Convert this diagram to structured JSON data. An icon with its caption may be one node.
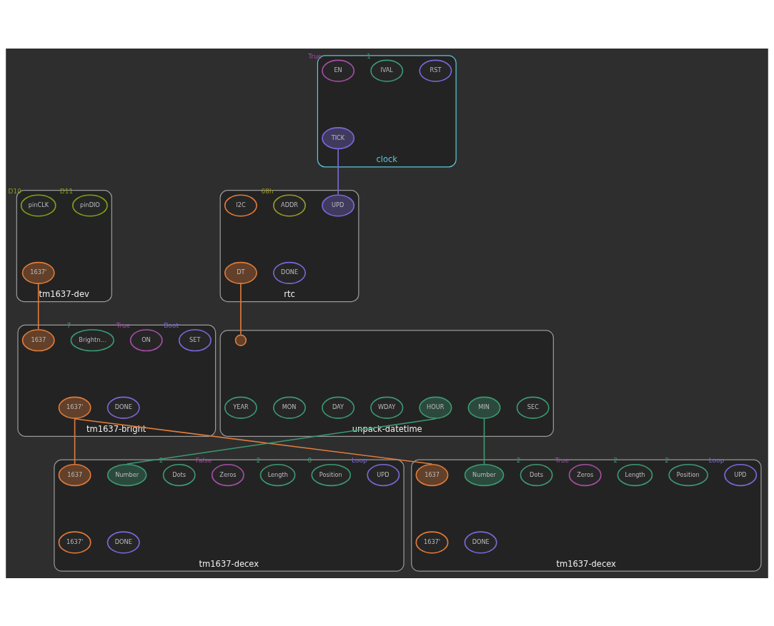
{
  "diagram": {
    "nodes": [
      {
        "text": [
          "clock"
        ]
      },
      {
        "text": [
          "EN"
        ],
        "beside": [
          "True"
        ],
        "in": 0
      },
      {
        "text": [
          "IVAL"
        ],
        "beside": [
          "1"
        ],
        "in": 0
      },
      {
        "text": [
          "RST"
        ],
        "in": 0
      },
      {
        "text": [
          "TICK"
        ],
        "in": 0
      },
      {
        "text": [
          "tm1637-dev"
        ]
      },
      {
        "text": [
          "pinCLK"
        ],
        "beside": [
          "D10"
        ],
        "in": 5
      },
      {
        "text": [
          "pinDIO"
        ],
        "beside": [
          "D11"
        ],
        "in": 5
      },
      {
        "text": [
          "1637'"
        ],
        "in": 5
      },
      {
        "text": [
          "rtc"
        ]
      },
      {
        "text": [
          "I2C"
        ],
        "in": 9
      },
      {
        "text": [
          "ADDR"
        ],
        "beside": [
          "68h"
        ],
        "in": 9
      },
      {
        "text": [
          "UPD"
        ],
        "in": 9
      },
      {
        "text": [
          "DT"
        ],
        "in": 9
      },
      {
        "text": [
          "DONE"
        ],
        "in": 9
      },
      {
        "text": [
          "tm1637-bright"
        ]
      },
      {
        "text": [
          "1637"
        ],
        "in": 15
      },
      {
        "text": [
          "Brightn…"
        ],
        "beside": [
          "7"
        ],
        "in": 15
      },
      {
        "text": [
          "ON"
        ],
        "beside": [
          "True"
        ],
        "in": 15
      },
      {
        "text": [
          "SET"
        ],
        "beside": [
          "Boot"
        ],
        "in": 15
      },
      {
        "text": [
          "1637'"
        ],
        "in": 15
      },
      {
        "text": [
          "DONE"
        ],
        "in": 15
      },
      {
        "text": [
          "unpack-datetime"
        ]
      },
      {
        "text": [],
        "shape": "circle",
        "in": 22
      },
      {
        "text": [
          "YEAR"
        ],
        "in": 22
      },
      {
        "text": [
          "MON"
        ],
        "in": 22
      },
      {
        "text": [
          "DAY"
        ],
        "in": 22
      },
      {
        "text": [
          "WDAY"
        ],
        "in": 22
      },
      {
        "text": [
          "HOUR"
        ],
        "in": 22
      },
      {
        "text": [
          "MIN"
        ],
        "in": 22
      },
      {
        "text": [
          "SEC"
        ],
        "in": 22
      },
      {
        "text": [
          "tm1637-decex"
        ]
      },
      {
        "text": [
          "1637"
        ],
        "in": 31
      },
      {
        "text": [
          "Number"
        ],
        "in": 31
      },
      {
        "text": [
          "Dots"
        ],
        "beside": [
          "2"
        ],
        "in": 31
      },
      {
        "text": [
          "Zeros"
        ],
        "beside": [
          "False"
        ],
        "in": 31
      },
      {
        "text": [
          "Length"
        ],
        "beside": [
          "2"
        ],
        "in": 31
      },
      {
        "text": [
          "Position"
        ],
        "beside": [
          "0"
        ],
        "in": 31
      },
      {
        "text": [
          "UPD"
        ],
        "beside": [
          "Loop"
        ],
        "in": 31
      },
      {
        "text": [
          "1637'"
        ],
        "in": 31
      },
      {
        "text": [
          "DONE"
        ],
        "in": 31
      },
      {
        "text": [
          "tm1637-decex"
        ]
      },
      {
        "text": [
          "1637"
        ],
        "in": 41
      },
      {
        "text": [
          "Number"
        ],
        "in": 41
      },
      {
        "text": [
          "Dots"
        ],
        "beside": [
          "2"
        ],
        "in": 41
      },
      {
        "text": [
          "Zeros"
        ],
        "beside": [
          "True"
        ],
        "in": 41
      },
      {
        "text": [
          "Length"
        ],
        "beside": [
          "2"
        ],
        "in": 41
      },
      {
        "text": [
          "Position"
        ],
        "beside": [
          "2"
        ],
        "in": 41
      },
      {
        "text": [
          "UPD"
        ],
        "beside": [
          "Loop"
        ],
        "in": 41
      },
      {
        "text": [
          "1637'"
        ],
        "in": 41
      },
      {
        "text": [
          "DONE"
        ],
        "in": 41
      }
    ],
    "edges": [
      {
        "from": 4,
        "to": 12,
        "arrow": "none",
        "color": "#7b68d8"
      },
      {
        "from": 8,
        "to": 16,
        "arrow": "none"
      },
      {
        "from": 13,
        "to": 23,
        "arrow": "none"
      },
      {
        "from": 20,
        "to": 32,
        "arrow": "none"
      },
      {
        "from": 20,
        "to": 42,
        "arrow": "none"
      },
      {
        "from": 28,
        "to": 33,
        "arrow": "none",
        "color": "#3b9a73"
      },
      {
        "from": 29,
        "to": 43,
        "arrow": "none",
        "color": "#3b9a73"
      }
    ]
  }
}
